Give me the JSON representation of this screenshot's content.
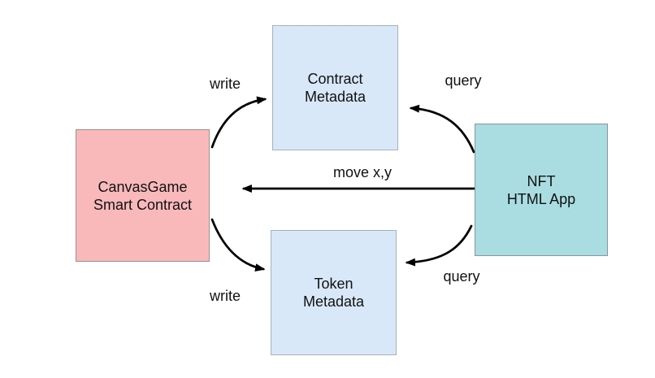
{
  "diagram": {
    "type": "flow-diagram",
    "background": "#ffffff",
    "arrow_color": "#000000",
    "nodes": {
      "canvasgame": {
        "line1": "CanvasGame",
        "line2": "Smart Contract",
        "fill": "#f9b9bb",
        "border": "#999193"
      },
      "contract_metadata": {
        "line1": "Contract",
        "line2": "Metadata",
        "fill": "#d8e8f9",
        "border": "#a7b0bc"
      },
      "token_metadata": {
        "line1": "Token",
        "line2": "Metadata",
        "fill": "#d8e8f9",
        "border": "#a7b0bc"
      },
      "nft_html_app": {
        "line1": "NFT",
        "line2": "HTML App",
        "fill": "#a9dde2",
        "border": "#8a9499"
      }
    },
    "edges": [
      {
        "label": "write",
        "from": "canvasgame",
        "to": "contract_metadata"
      },
      {
        "label": "query",
        "from": "nft_html_app",
        "to": "contract_metadata"
      },
      {
        "label": "move x,y",
        "from": "nft_html_app",
        "to": "canvasgame"
      },
      {
        "label": "write",
        "from": "canvasgame",
        "to": "token_metadata"
      },
      {
        "label": "query",
        "from": "nft_html_app",
        "to": "token_metadata"
      }
    ]
  }
}
